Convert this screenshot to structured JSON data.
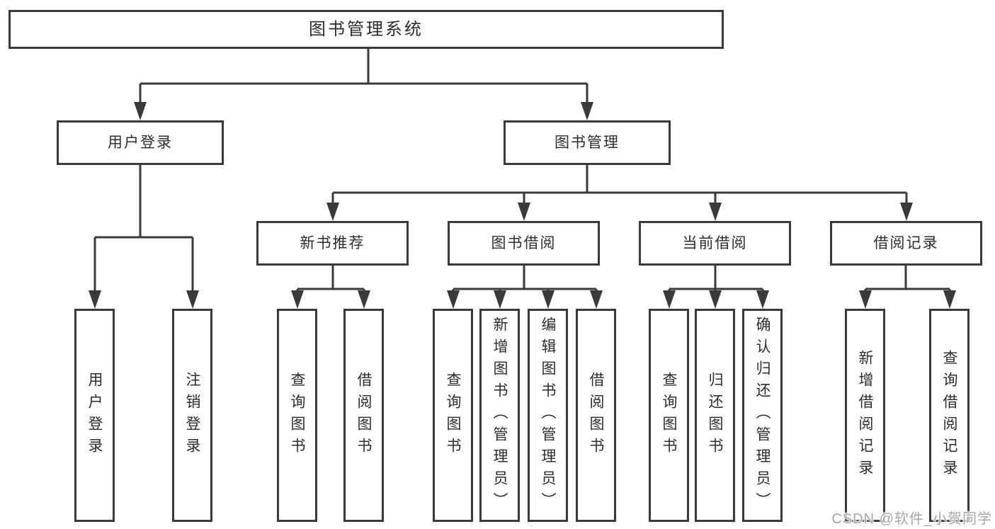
{
  "tree": {
    "root": {
      "label": "图书管理系统",
      "children": [
        {
          "label": "用户登录",
          "children": [
            {
              "label": "用户登录"
            },
            {
              "label": "注销登录"
            }
          ]
        },
        {
          "label": "图书管理",
          "children": [
            {
              "label": "新书推荐",
              "children": [
                {
                  "label": "查询图书"
                },
                {
                  "label": "借阅图书"
                }
              ]
            },
            {
              "label": "图书借阅",
              "children": [
                {
                  "label": "查询图书"
                },
                {
                  "label": "新增图书（管理员）"
                },
                {
                  "label": "编辑图书（管理员）"
                },
                {
                  "label": "借阅图书"
                }
              ]
            },
            {
              "label": "当前借阅",
              "children": [
                {
                  "label": "查询图书"
                },
                {
                  "label": "归还图书"
                },
                {
                  "label": "确认归还（管理员）"
                }
              ]
            },
            {
              "label": "借阅记录",
              "children": [
                {
                  "label": "新增借阅记录"
                },
                {
                  "label": "查询借阅记录"
                }
              ]
            }
          ]
        }
      ]
    }
  },
  "watermark": "CSDN @软件_小贺同学",
  "colors": {
    "line": "#3a3a3c",
    "text": "#2c2c2e",
    "background": "#ffffff",
    "watermark": "#a6a6a6"
  }
}
